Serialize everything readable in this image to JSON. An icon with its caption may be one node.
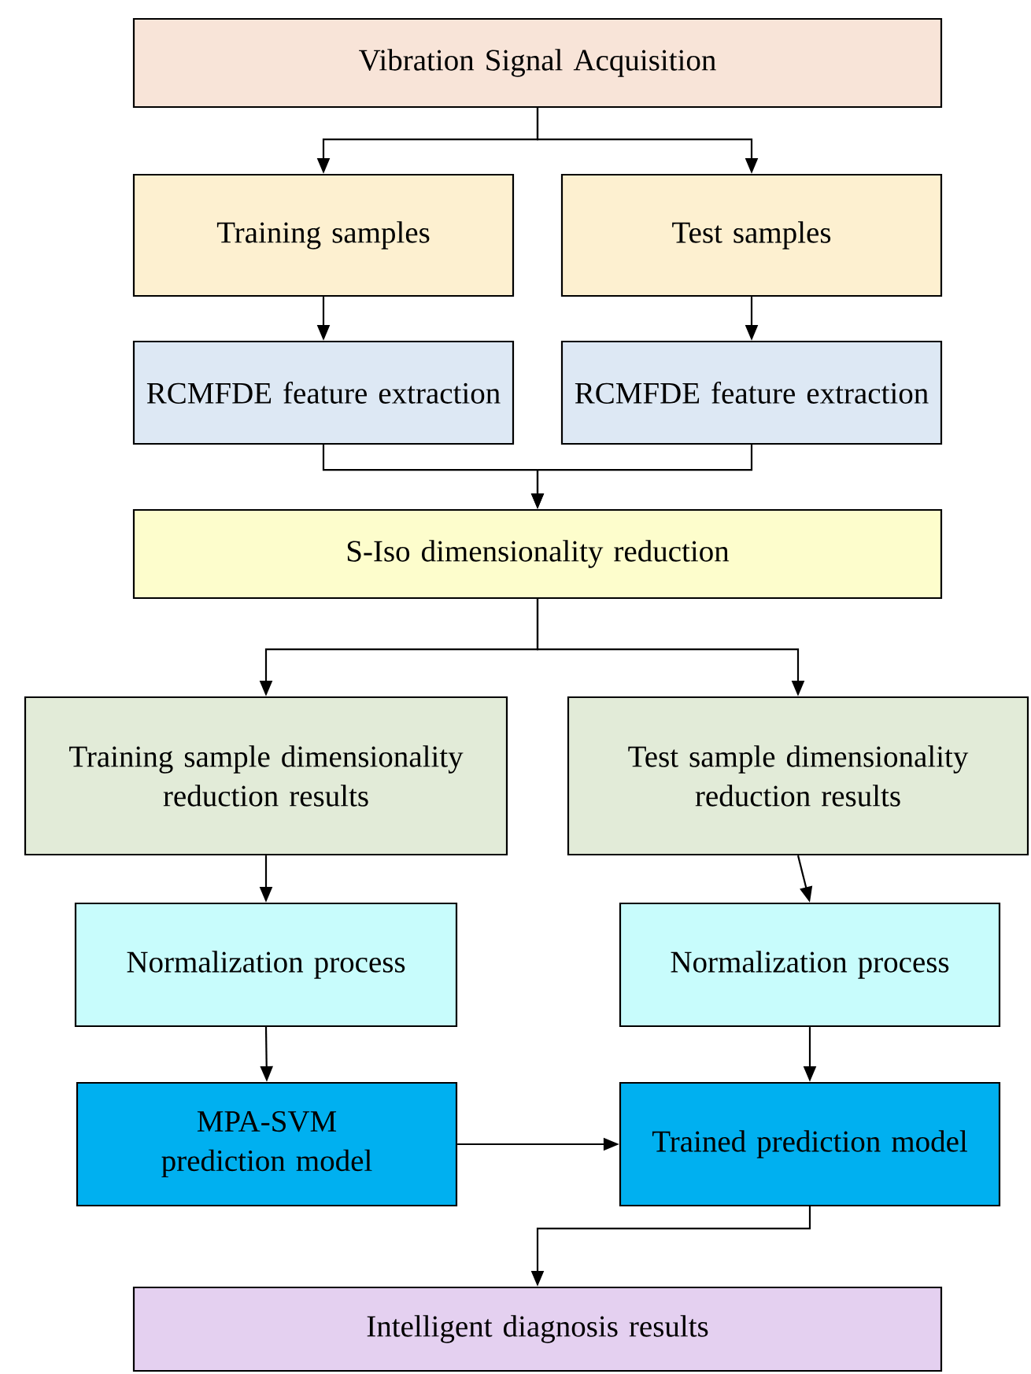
{
  "diagram": {
    "nodes": [
      {
        "text": [
          "Vibration Signal Acquisition"
        ]
      },
      {
        "text": [
          "Training samples"
        ]
      },
      {
        "text": [
          "Test samples"
        ]
      },
      {
        "text": [
          "RCMFDE feature extraction"
        ]
      },
      {
        "text": [
          "RCMFDE feature extraction"
        ]
      },
      {
        "text": [
          "S-Iso dimensionality reduction"
        ]
      },
      {
        "text": [
          "Training sample dimensionality reduction results"
        ]
      },
      {
        "text": [
          "Test sample dimensionality reduction results"
        ]
      },
      {
        "text": [
          "Normalization process"
        ]
      },
      {
        "text": [
          "Normalization process"
        ]
      },
      {
        "text": [
          "MPA-SVM prediction model"
        ]
      },
      {
        "text": [
          "Trained prediction model"
        ]
      },
      {
        "text": [
          "Intelligent diagnosis results"
        ]
      }
    ],
    "edges": [
      {
        "from": 0,
        "to": 1,
        "arrow": "to"
      },
      {
        "from": 0,
        "to": 2,
        "arrow": "to"
      },
      {
        "from": 1,
        "to": 3,
        "arrow": "to"
      },
      {
        "from": 2,
        "to": 4,
        "arrow": "to"
      },
      {
        "from": 3,
        "to": 5,
        "arrow": "to"
      },
      {
        "from": 4,
        "to": 5,
        "arrow": "to"
      },
      {
        "from": 5,
        "to": 6,
        "arrow": "to"
      },
      {
        "from": 5,
        "to": 7,
        "arrow": "to"
      },
      {
        "from": 6,
        "to": 8,
        "arrow": "to"
      },
      {
        "from": 7,
        "to": 9,
        "arrow": "to"
      },
      {
        "from": 8,
        "to": 10,
        "arrow": "to"
      },
      {
        "from": 9,
        "to": 11,
        "arrow": "to"
      },
      {
        "from": 10,
        "to": 11,
        "arrow": "to"
      },
      {
        "from": 11,
        "to": 12,
        "arrow": "to"
      }
    ]
  }
}
